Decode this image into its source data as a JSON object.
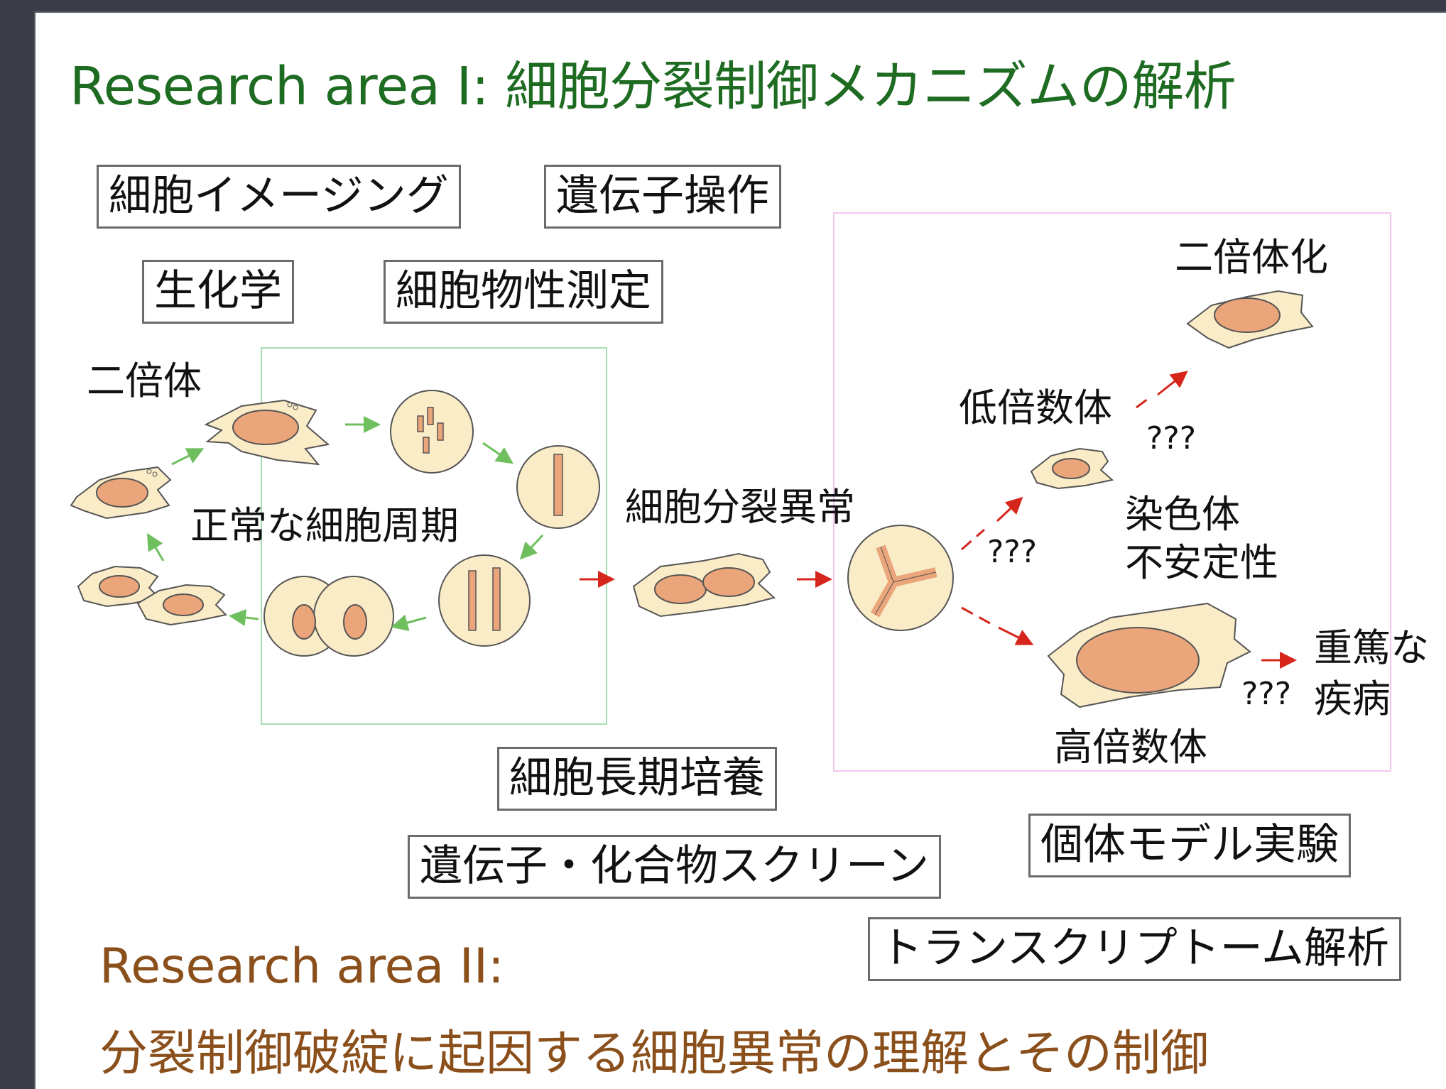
{
  "title": "Research area I: 細胞分裂制御メカニズムの解析",
  "techniques": {
    "imaging": "細胞イメージング",
    "gene_manipulation": "遺伝子操作",
    "biochemistry": "生化学",
    "biophysics": "細胞物性測定",
    "long_term_culture": "細胞長期培養",
    "screening": "遺伝子・化合物スクリーン",
    "animal_model": "個体モデル実験",
    "transcriptome": "トランスクリプトーム解析"
  },
  "labels": {
    "diploid": "二倍体",
    "normal_cycle": "正常な細胞周期",
    "division_error": "細胞分裂異常",
    "low_ploidy": "低倍数体",
    "diploidization": "二倍体化",
    "chromosome_instability_1": "染色体",
    "chromosome_instability_2": "不安定性",
    "high_ploidy": "高倍数体",
    "serious_disease_1": "重篤な",
    "serious_disease_2": "疾病",
    "unknown": "???"
  },
  "area2": {
    "heading": "Research area II:",
    "subtitle": "分裂制御破綻に起因する細胞異常の理解とその制御"
  },
  "colors": {
    "title": "#1e6b22",
    "area2": "#8a4f1b",
    "cell_fill": "#fbecc8",
    "nucleus_fill": "#eba57a",
    "green_arrow": "#6fbf5e",
    "red_arrow": "#d6261c",
    "green_box": "#a8dbb0",
    "pink_box": "#f3c5ee"
  }
}
